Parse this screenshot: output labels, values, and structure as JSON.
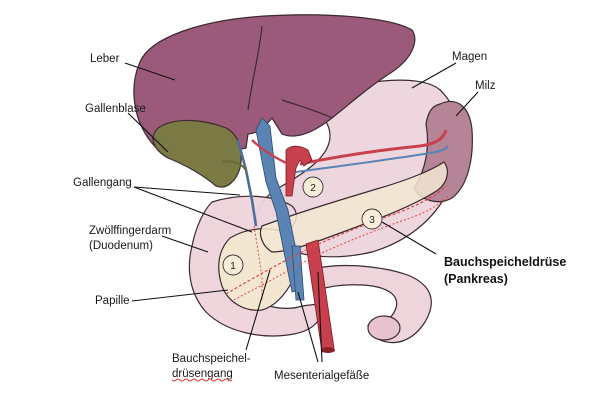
{
  "labels": {
    "liver": "Leber",
    "gallbladder": "Gallenblase",
    "bile_duct": "Gallengang",
    "duodenum_line1": "Zwölffingerdarm",
    "duodenum_line2": "(Duodenum)",
    "papilla": "Papille",
    "pancreatic_duct_line1": "Bauchspeichel-",
    "pancreatic_duct_line2": "drüsengang",
    "mesenteric_vessels": "Mesenterialgefäße",
    "pancreas_line1": "Bauchspeicheldrüse",
    "pancreas_line2": "(Pankreas)",
    "stomach": "Magen",
    "spleen": "Milz"
  },
  "markers": [
    "1",
    "2",
    "3"
  ],
  "colors": {
    "liver": "#9b5a7a",
    "stomach": "#ecd3da",
    "spleen": "#b58497",
    "gallbladder": "#7b7a45",
    "pancreas": "#f3e7d2",
    "duct": "#e04848",
    "portal_vein": "#5a84b4",
    "artery": "#c8404e",
    "duodenum": "#eed4db"
  }
}
